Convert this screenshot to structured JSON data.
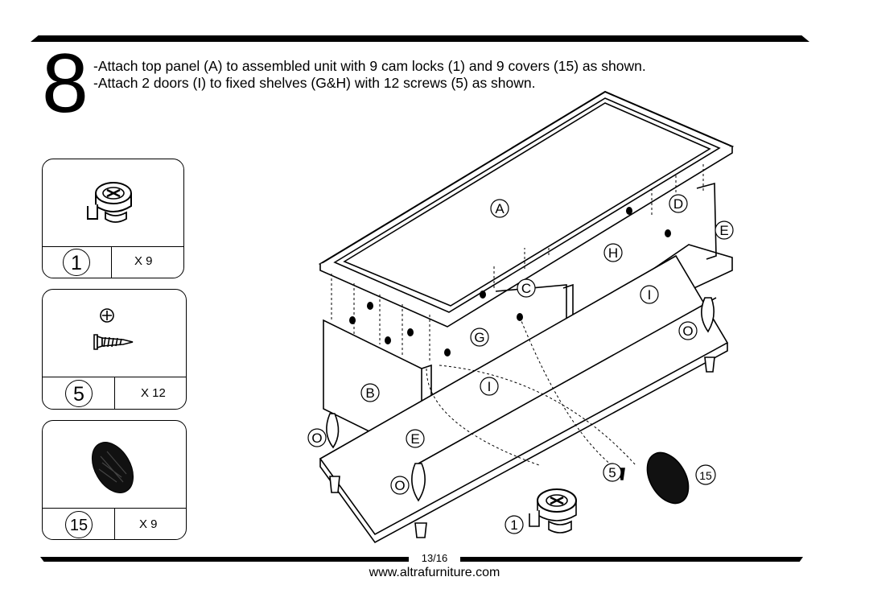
{
  "step": {
    "number": "8",
    "instructions": [
      "-Attach top panel (A) to assembled unit with 9 cam locks (1) and 9 covers (15) as shown.",
      "-Attach 2 doors (I) to fixed shelves (G&H) with 12 screws (5) as shown."
    ]
  },
  "parts": [
    {
      "id": "1",
      "name": "cam-lock",
      "quantity": "X 9",
      "icon": "cam-lock-icon"
    },
    {
      "id": "5",
      "name": "screw",
      "quantity": "X 12",
      "icon": "screw-icon"
    },
    {
      "id": "15",
      "name": "cover",
      "quantity": "X 9",
      "icon": "cover-cap-icon"
    }
  ],
  "diagram_labels": {
    "top_panel": "A",
    "side_panel_left": "B",
    "divider_c": "C",
    "divider_d": "D",
    "rail_e": "E",
    "shelf_g": "G",
    "shelf_h": "H",
    "door_i": "I",
    "leg": "O",
    "callout_cam_lock": "1",
    "callout_screw": "5",
    "callout_cover": "15"
  },
  "footer": {
    "page": "13/16",
    "website": "www.altrafurniture.com"
  }
}
